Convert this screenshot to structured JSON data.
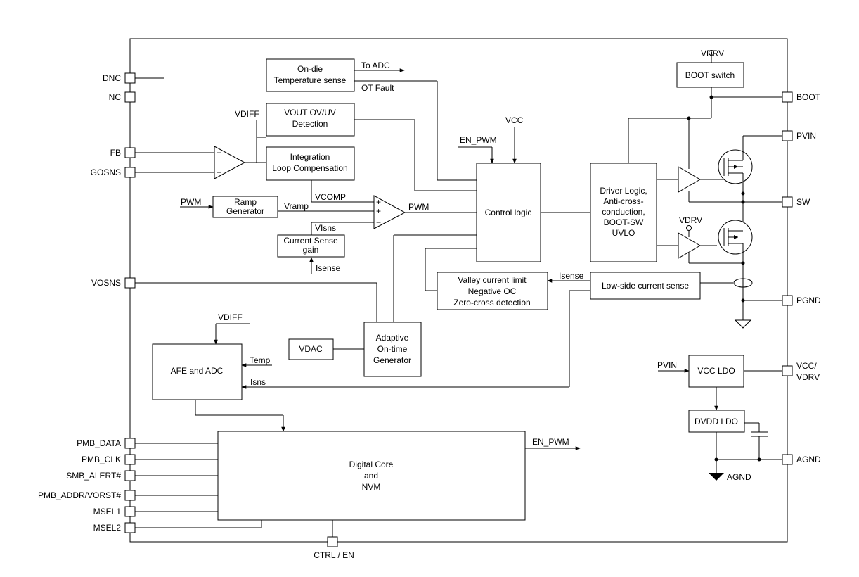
{
  "pins": {
    "dnc": "DNC",
    "nc": "NC",
    "fb": "FB",
    "gosns": "GOSNS",
    "vosns": "VOSNS",
    "pmb_data": "PMB_DATA",
    "pmb_clk": "PMB_CLK",
    "smb_alert": "SMB_ALERT#",
    "pmb_addr": "PMB_ADDR/VORST#",
    "msel1": "MSEL1",
    "msel2": "MSEL2",
    "ctrl_en": "CTRL / EN",
    "boot": "BOOT",
    "pvin": "PVIN",
    "sw": "SW",
    "pgnd": "PGND",
    "vcc_vdrv_1": "VCC/",
    "vcc_vdrv_2": "VDRV",
    "agnd": "AGND"
  },
  "blocks": {
    "temp_sense": [
      "On-die",
      "Temperature sense"
    ],
    "ovuv": [
      "VOUT OV/UV",
      "Detection"
    ],
    "integration": [
      "Integration",
      "Loop Compensation"
    ],
    "ramp": [
      "Ramp",
      "Generator"
    ],
    "current_gain": [
      "Current Sense",
      "gain"
    ],
    "control_logic": [
      "Control logic"
    ],
    "driver_logic": [
      "Driver Logic,",
      "Anti-cross-",
      "conduction,",
      "BOOT-SW",
      "UVLO"
    ],
    "boot_switch": [
      "BOOT switch"
    ],
    "valley": [
      "Valley current limit",
      "Negative OC",
      "Zero-cross detection"
    ],
    "lowside_sense": [
      "Low-side current sense"
    ],
    "afe_adc": [
      "AFE and ADC"
    ],
    "vdac": [
      "VDAC"
    ],
    "adaptive": [
      "Adaptive",
      "On-time",
      "Generator"
    ],
    "vcc_ldo": [
      "VCC LDO"
    ],
    "dvdd_ldo": [
      "DVDD LDO"
    ],
    "digital_core": [
      "Digital Core",
      "and",
      "NVM"
    ]
  },
  "signals": {
    "to_adc": "To ADC",
    "ot_fault": "OT Fault",
    "vdiff_top": "VDIFF",
    "en_pwm_in": "EN_PWM",
    "vcc": "VCC",
    "vcomp": "VCOMP",
    "pwm_in": "PWM",
    "vramp": "Vramp",
    "pwm_out": "PWM",
    "visns": "VIsns",
    "isense_gain": "Isense",
    "isense_lowside": "Isense",
    "vdiff_afe": "VDIFF",
    "temp": "Temp",
    "isns": "Isns",
    "vdrv_top": "VDRV",
    "vdrv_mid": "VDRV",
    "pvin_ldo": "PVIN",
    "en_pwm_out": "EN_PWM",
    "agnd_gnd": "AGND"
  }
}
